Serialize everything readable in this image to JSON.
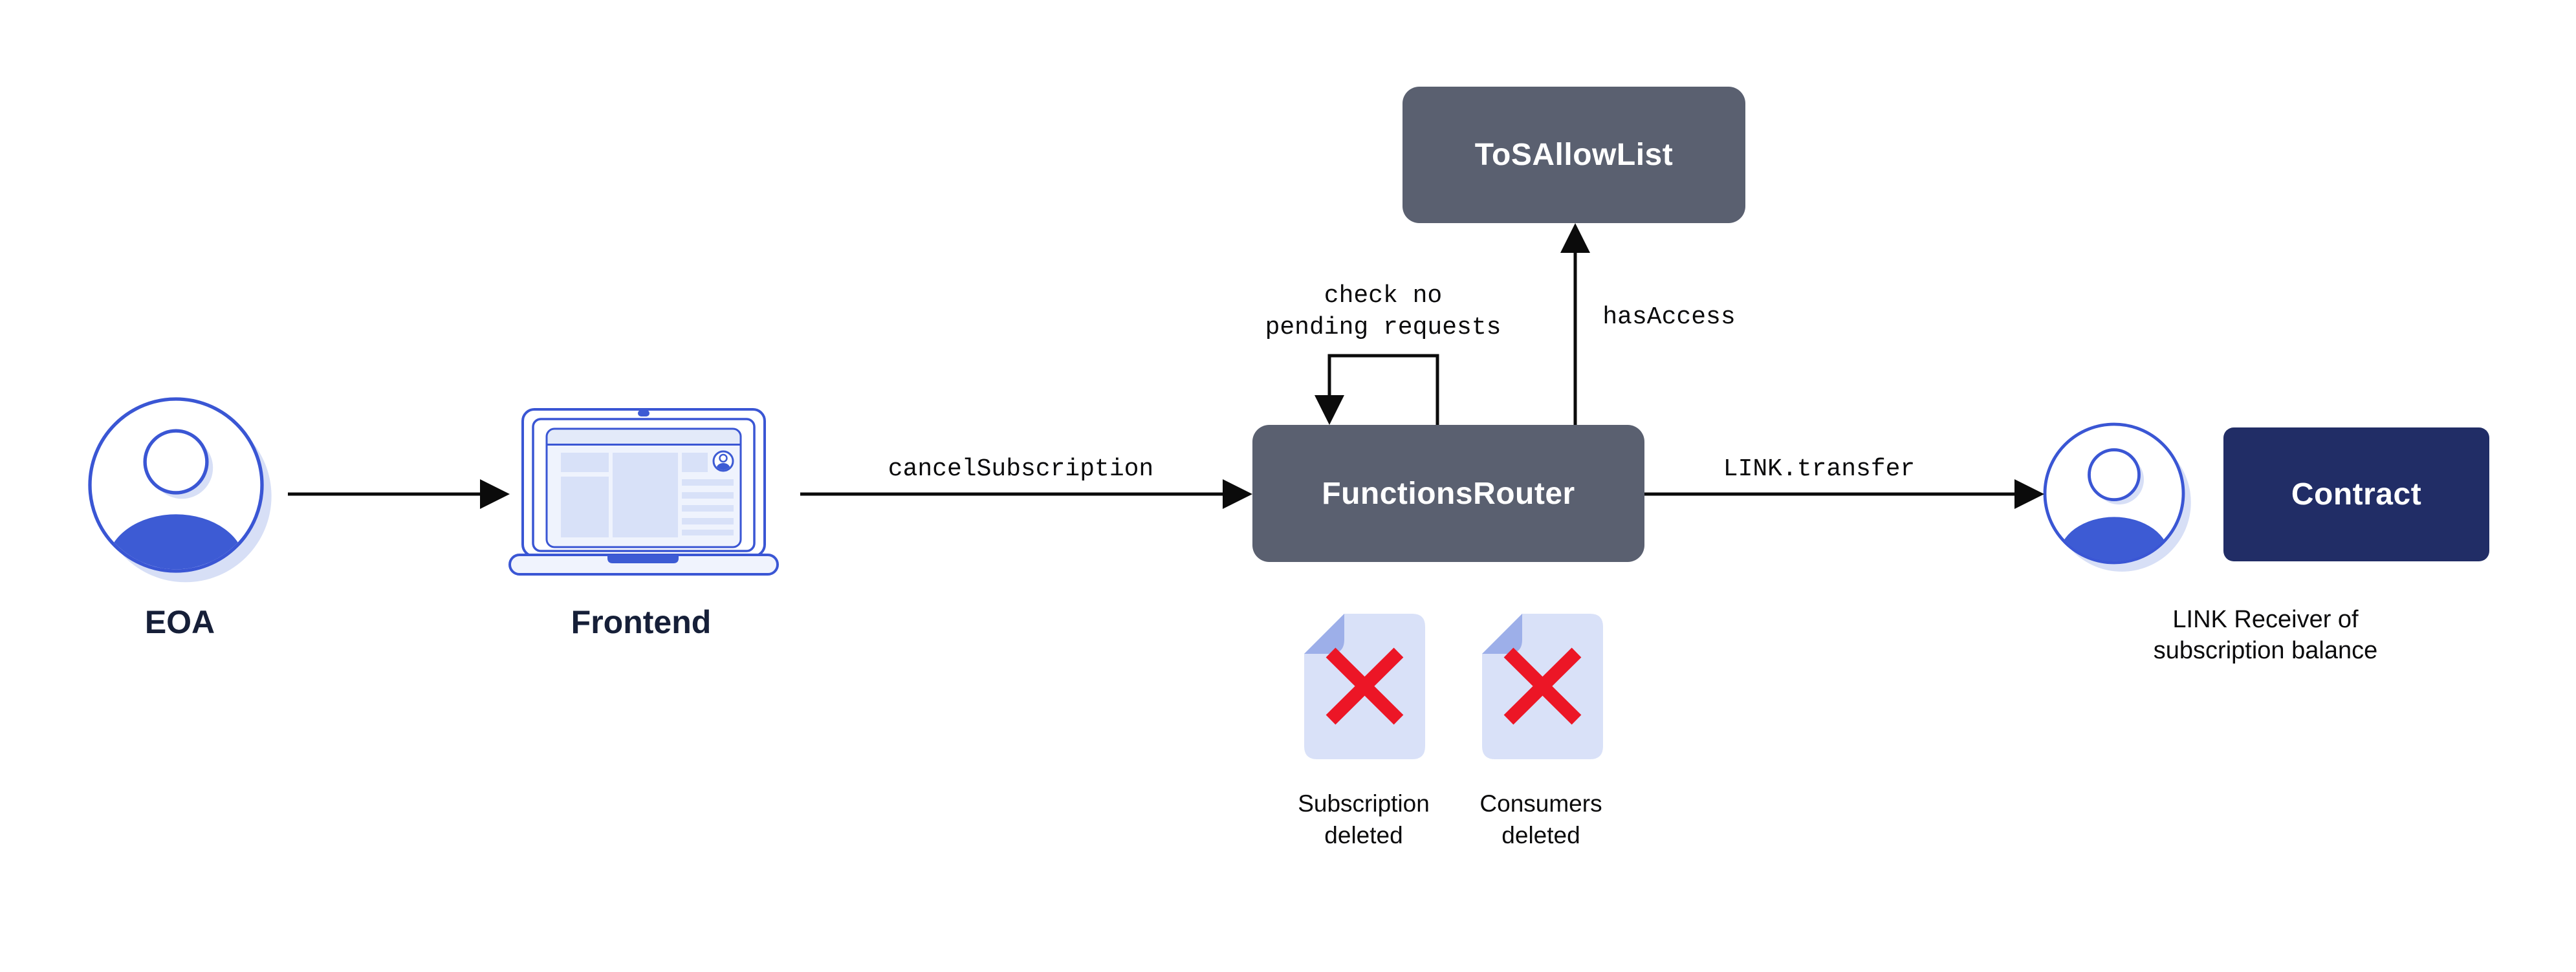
{
  "theme": {
    "background": "#ffffff",
    "slate": "#5a6070",
    "navy": "#212d66",
    "blue": "#3a56d4",
    "blue_fill": "#3d5bd4",
    "blue_pale": "#d7dff6",
    "doc_body": "#d9e1f8",
    "doc_fold": "#9dafe9",
    "red": "#ec1626",
    "arrow": "#0b0b0b",
    "label_navy": "#161f38",
    "ink": "#0b0b0c"
  },
  "nodes": {
    "eoa": {
      "label": "EOA",
      "icon": "person-icon"
    },
    "frontend": {
      "label": "Frontend",
      "icon": "laptop-icon"
    },
    "functions_router": {
      "label": "FunctionsRouter"
    },
    "tos_allow_list": {
      "label": "ToSAllowList"
    },
    "contract": {
      "label": "Contract"
    },
    "link_receiver": {
      "icon": "person-icon",
      "caption_line1": "LINK Receiver of",
      "caption_line2": "subscription balance"
    }
  },
  "edges": {
    "eoa_to_frontend": {
      "from": "EOA",
      "to": "Frontend"
    },
    "cancel_subscription": {
      "label": "cancelSubscription",
      "from": "Frontend",
      "to": "FunctionsRouter"
    },
    "link_transfer": {
      "label": "LINK.transfer",
      "from": "FunctionsRouter",
      "to": "Contract"
    },
    "has_access": {
      "label": "hasAccess",
      "from": "FunctionsRouter",
      "to": "ToSAllowList"
    },
    "check_pending": {
      "label_line1": "check no",
      "label_line2": "pending requests",
      "from": "FunctionsRouter",
      "to": "FunctionsRouter"
    }
  },
  "artifacts": {
    "subscription_deleted": {
      "icon": "document-x-icon",
      "label_line1": "Subscription",
      "label_line2": "deleted"
    },
    "consumers_deleted": {
      "icon": "document-x-icon",
      "label_line1": "Consumers",
      "label_line2": "deleted"
    }
  }
}
